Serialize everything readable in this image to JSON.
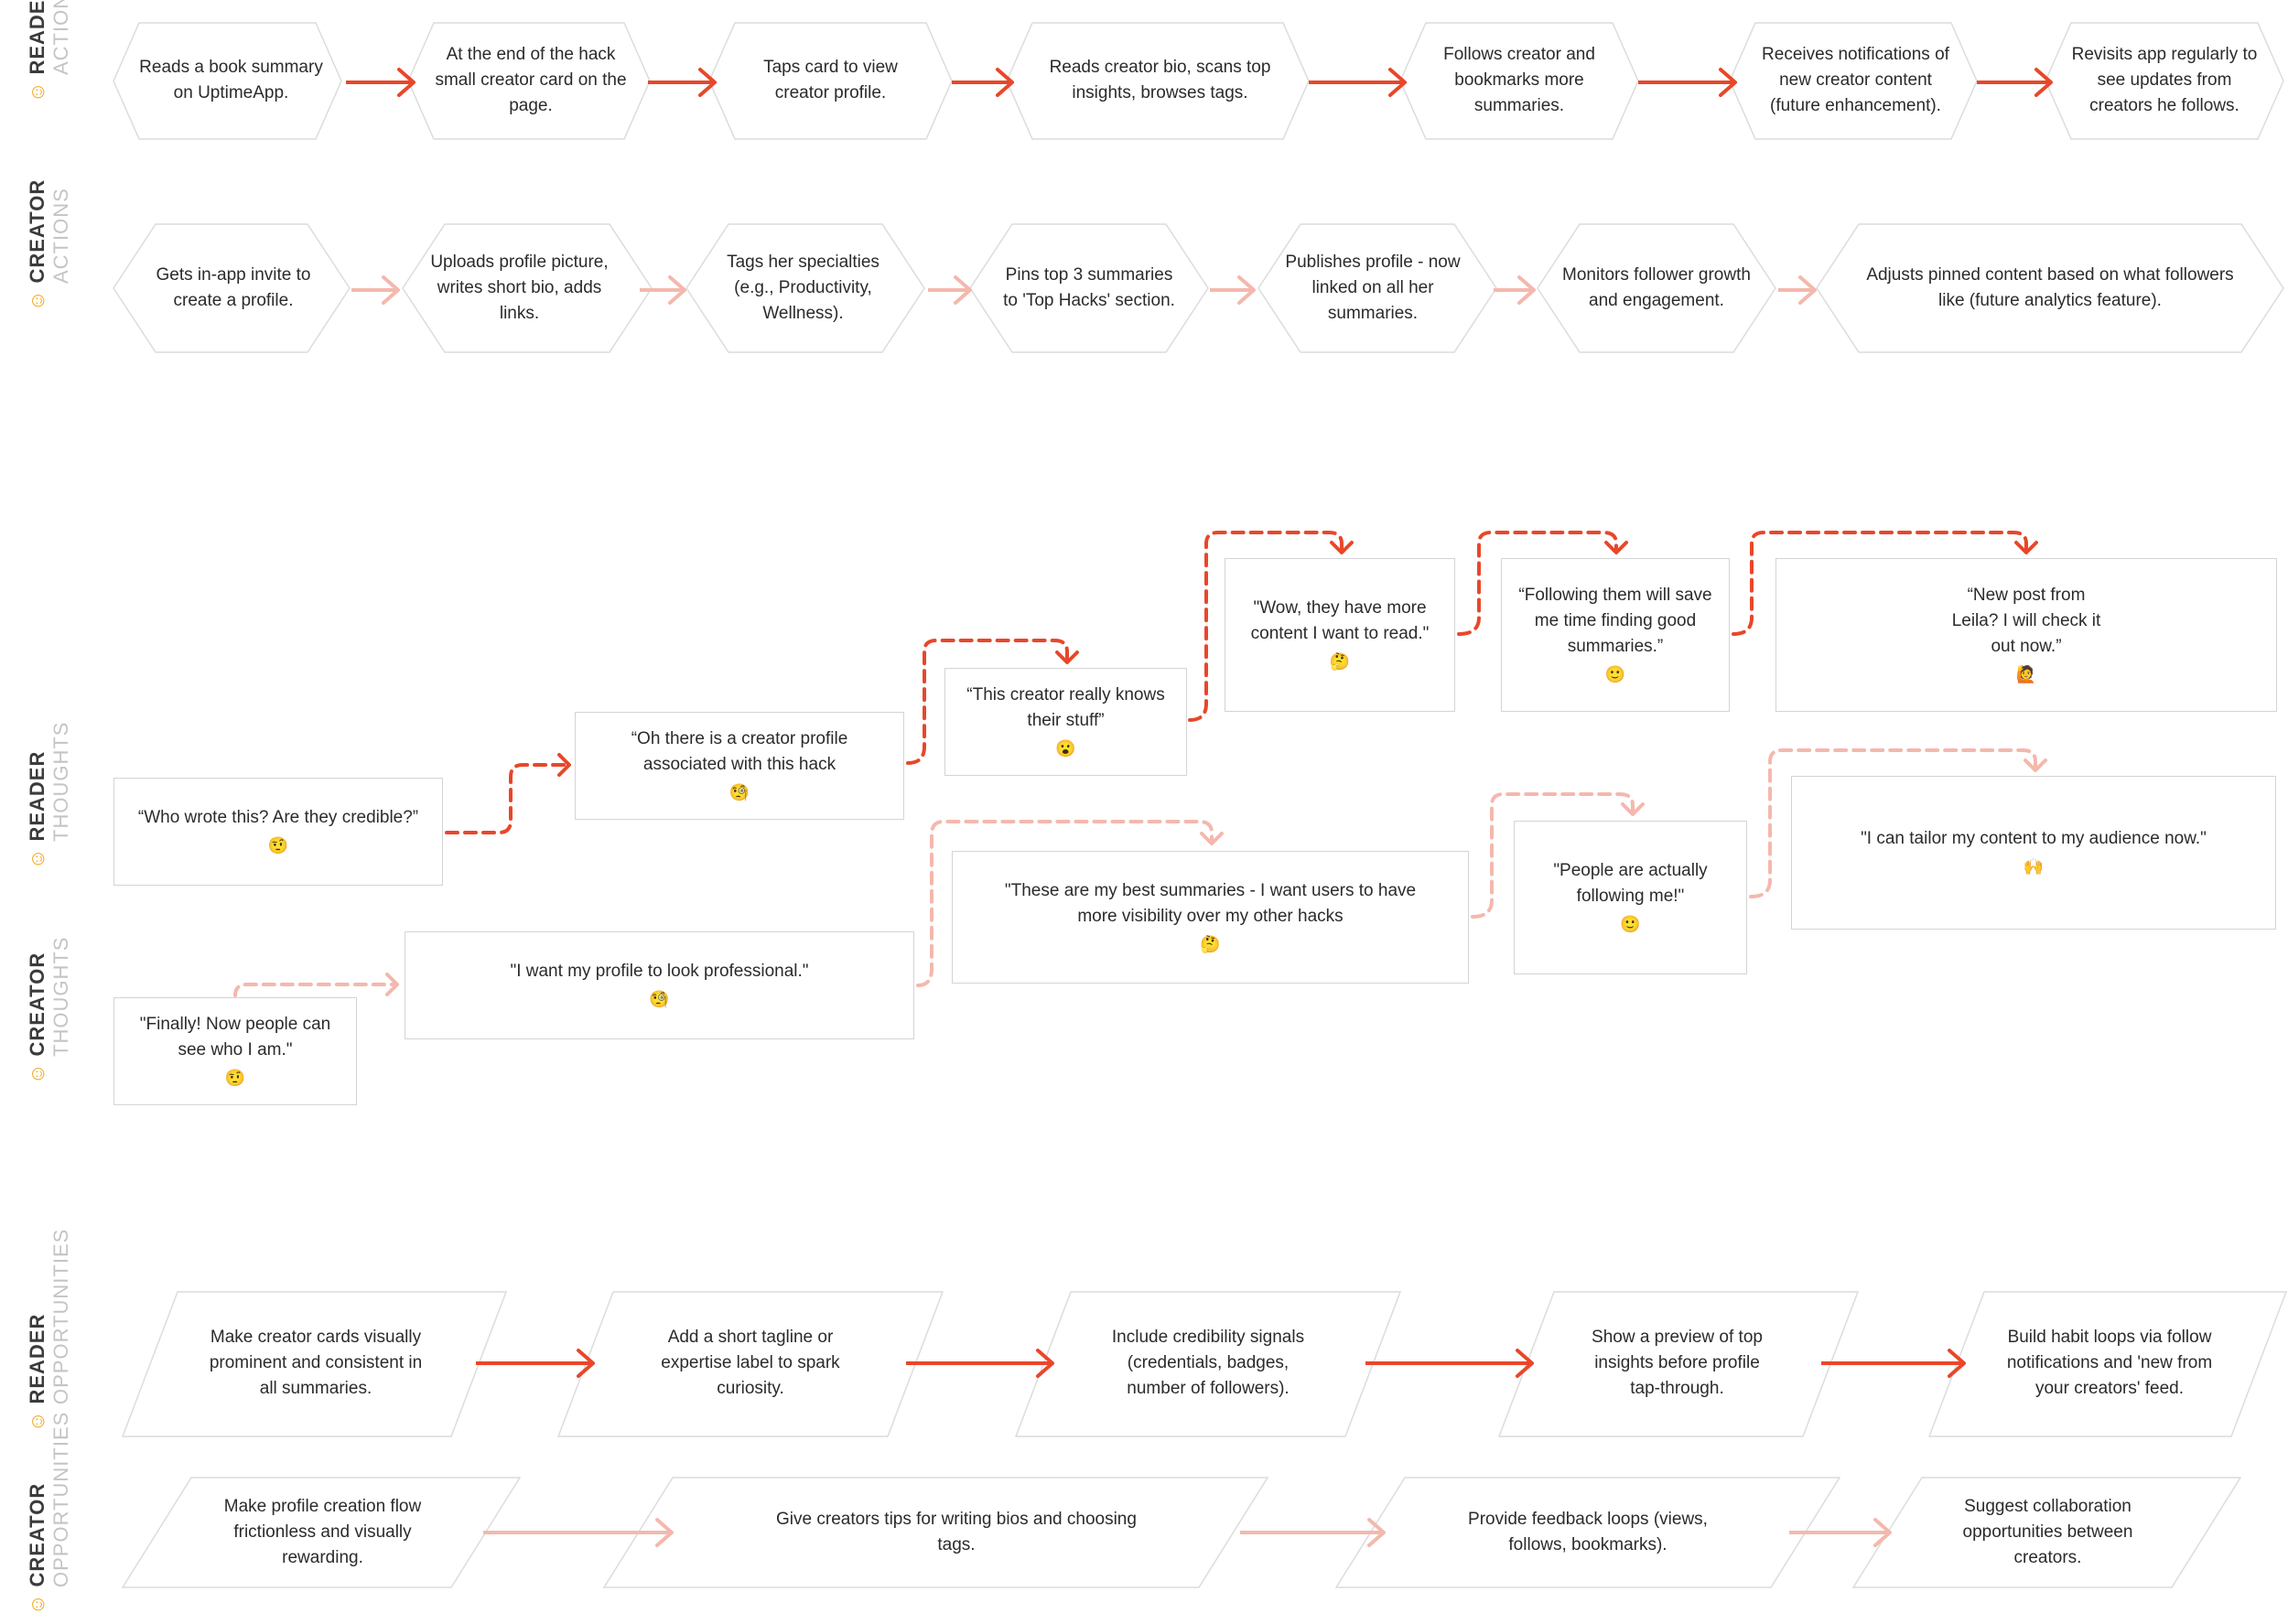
{
  "lanes": {
    "reader_actions": {
      "role": "READER",
      "kind": "ACTIONS"
    },
    "creator_actions": {
      "role": "CREATOR",
      "kind": "ACTIONS"
    },
    "reader_thoughts": {
      "role": "READER",
      "kind": "THOUGHTS"
    },
    "creator_thoughts": {
      "role": "CREATOR",
      "kind": "THOUGHTS"
    },
    "reader_opportunities": {
      "role": "READER",
      "kind": "OPPORTUNITIES"
    },
    "creator_opportunities": {
      "role": "CREATOR",
      "kind": "OPPORTUNITIES"
    }
  },
  "reader_actions": [
    "Reads a book summary on UptimeApp.",
    "At the end of the hack small creator card on the page.",
    "Taps card to view creator profile.",
    "Reads creator bio, scans top insights, browses tags.",
    "Follows creator and bookmarks more summaries.",
    "Receives notifications of new creator content (future enhancement).",
    "Revisits app regularly to see updates from creators he follows."
  ],
  "creator_actions": [
    "Gets in-app invite to create a profile.",
    "Uploads profile picture, writes short bio, adds links.",
    "Tags her specialties (e.g., Productivity, Wellness).",
    "Pins top 3 summaries to 'Top Hacks' section.",
    "Publishes profile - now linked on all her summaries.",
    "Monitors follower growth and engagement.",
    "Adjusts pinned content based on what followers like (future analytics feature)."
  ],
  "reader_thoughts": [
    {
      "text": "“Who wrote this? Are they credible?”",
      "emoji": "🤨"
    },
    {
      "text": "“Oh there is a creator profile associated with this hack",
      "emoji": "🧐"
    },
    {
      "text": "“This creator really knows their stuff”",
      "emoji": "😮"
    },
    {
      "text": "\"Wow, they have more content I want to read.\"",
      "emoji": "🤔"
    },
    {
      "text": "“Following them will save me time finding good summaries.”",
      "emoji": "🙂"
    },
    {
      "text": "“New post from Leila? I will check it out now.”",
      "emoji": "🙋"
    }
  ],
  "creator_thoughts": [
    {
      "text": "\"Finally! Now people can see who I am.\"",
      "emoji": "🤨"
    },
    {
      "text": "\"I want my profile to look professional.\"",
      "emoji": "🧐"
    },
    {
      "text": "\"These are my best summaries - I want users to have more visibility over my other hacks",
      "emoji": "🤔"
    },
    {
      "text": "\"People are actually following me!\"",
      "emoji": "🙂"
    },
    {
      "text": "\"I can tailor my content to my audience now.\"",
      "emoji": "🙌"
    }
  ],
  "reader_opportunities": [
    "Make creator cards visually prominent and consistent in all summaries.",
    "Add a short tagline or expertise label to spark curiosity.",
    "Include credibility signals (credentials, badges, number of followers).",
    "Show a preview of top insights before profile tap-through.",
    "Build habit loops via follow notifications and 'new from your creators' feed."
  ],
  "creator_opportunities": [
    "Make profile creation flow frictionless and visually rewarding.",
    "Give creators tips for writing bios and choosing tags.",
    "Provide feedback loops (views, follows, bookmarks).",
    "Suggest collaboration opportunities between creators."
  ],
  "colors": {
    "reader_arrow": "#e8472a",
    "creator_arrow": "#f4b8ad",
    "border": "#d4d4d4"
  }
}
